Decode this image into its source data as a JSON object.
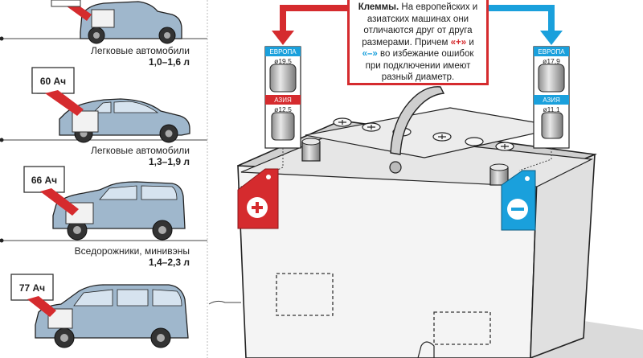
{
  "cars": [
    {
      "label": "Легковые автомобили",
      "volume": "1,0–1,6 л"
    },
    {
      "label": "Легковые автомобили",
      "volume": "1,3–1,9 л",
      "capacity": "60 Ач"
    },
    {
      "label": "Вседорожники, минивэны",
      "volume": "1,4–2,3 л",
      "capacity": "66 Ач"
    },
    {
      "capacity": "77 Ач"
    }
  ],
  "callout": {
    "title": "Клеммы.",
    "text1": "На европейских и азиатских машинах они отличаются друг от друга размерами. Причем",
    "plus": "«+»",
    "and": "и",
    "minus": "«–»",
    "text2": "во избежание ошибок при подключении имеют разный диаметр."
  },
  "terminals": {
    "positive": {
      "europe_label": "ЕВРОПА",
      "europe_diameter": "ø19,5",
      "asia_label": "АЗИЯ",
      "asia_diameter": "ø12,5"
    },
    "negative": {
      "europe_label": "ЕВРОПА",
      "europe_diameter": "ø17,9",
      "asia_label": "АЗИЯ",
      "asia_diameter": "ø11,1"
    }
  },
  "colors": {
    "red": "#d52b2e",
    "blue": "#1aa0dc",
    "car": "#9fb7cc",
    "battery_top": "#e6e6e6"
  }
}
